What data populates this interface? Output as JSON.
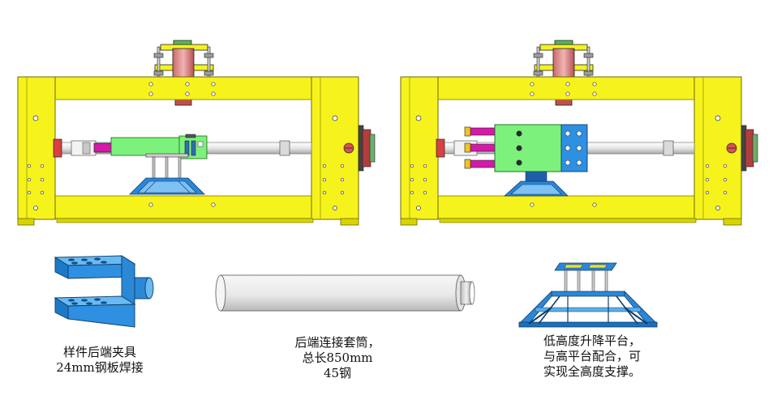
{
  "captions": {
    "clamp": {
      "line1": "样件后端夹具",
      "line2": "24mm钢板焊接"
    },
    "sleeve": {
      "line1": "后端连接套筒，",
      "line2": "总长850mm",
      "line3": "45钢"
    },
    "platform": {
      "line1": "低高度升降平台，",
      "line2": "与高平台配合，可",
      "line3": "实现全高度支撑。"
    }
  },
  "colors": {
    "frame": "#f6f21c",
    "frame_edge": "#8a8600",
    "clamp_blue": "#1e8fe0",
    "stand_blue": "#2a86d8",
    "green_block": "#7cf27c",
    "magenta_rod": "#d31aa8",
    "red_cap": "#e03030",
    "steel_rod": "#e6e6e6"
  }
}
